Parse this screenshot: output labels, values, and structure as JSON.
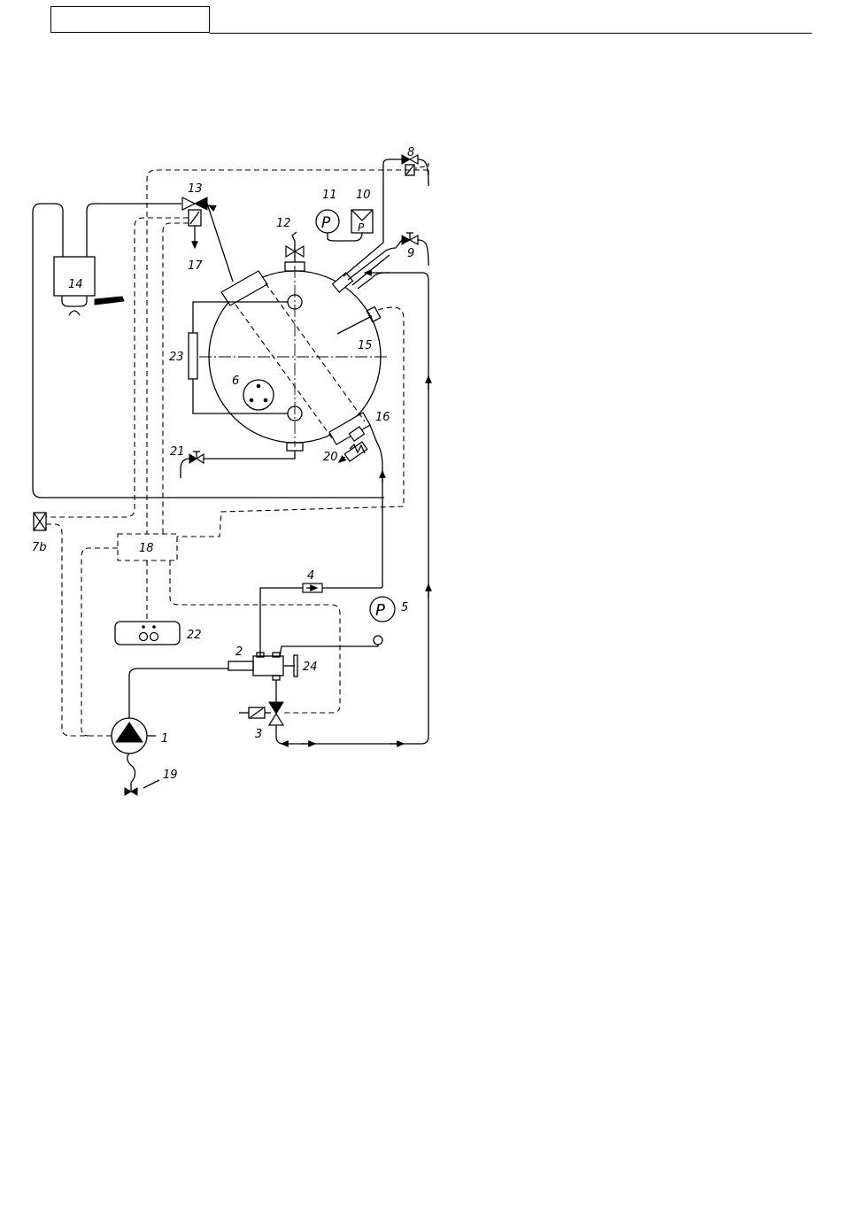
{
  "labels": {
    "l1": "1",
    "l2": "2",
    "l3": "3",
    "l4": "4",
    "l5": "5",
    "l6": "6",
    "l7b": "7b",
    "l8": "8",
    "l9": "9",
    "l10": "10",
    "l11": "11",
    "l12": "12",
    "l13": "13",
    "l14": "14",
    "l15": "15",
    "l16": "16",
    "l17": "17",
    "l18": "18",
    "l19": "19",
    "l20": "20",
    "l21": "21",
    "l22": "22",
    "l23": "23",
    "l24": "24"
  },
  "gauges": {
    "symbol": "P"
  }
}
